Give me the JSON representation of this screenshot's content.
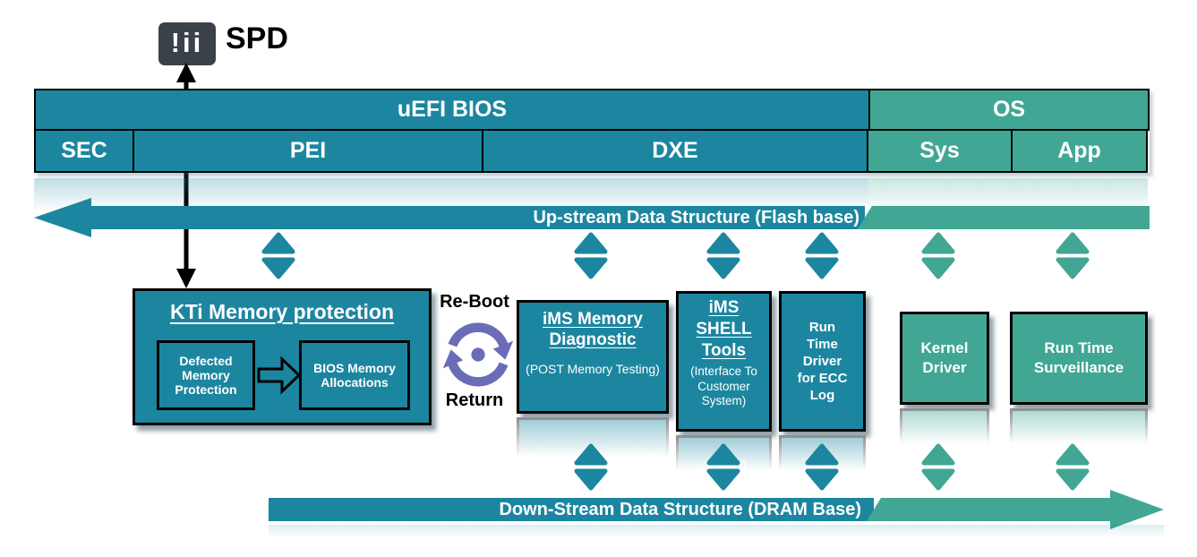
{
  "colors": {
    "teal": "#1c86a0",
    "green": "#41a794",
    "purple": "#6b6cb8",
    "chip_dark": "#3a4149",
    "outline": "#000000",
    "text_light": "#ffffff"
  },
  "spd": {
    "label": "SPD",
    "chip_glyph": "!ii"
  },
  "header": {
    "bios": {
      "label": "uEFI BIOS",
      "cells": [
        "SEC",
        "PEI",
        "DXE"
      ]
    },
    "os": {
      "label": "OS",
      "cells": [
        "Sys",
        "App"
      ]
    }
  },
  "streams": {
    "up": {
      "label": "Up-stream Data Structure (Flash base)"
    },
    "down": {
      "label": "Down-Stream Data Structure (DRAM Base)"
    }
  },
  "kti": {
    "title": "KTi Memory protection",
    "left_box": "Defected Memory Protection",
    "right_box": "BIOS Memory Allocations"
  },
  "reboot": {
    "top": "Re-Boot",
    "bottom": "Return"
  },
  "boxes": {
    "diag": {
      "title": "iMS Memory Diagnostic",
      "subtitle": "(POST Memory Testing)"
    },
    "shell": {
      "title": "iMS SHELL Tools",
      "subtitle": "(Interface To Customer System)"
    },
    "ecc": {
      "title": "Run Time Driver for ECC Log"
    },
    "kernel": {
      "title": "Kernel Driver"
    },
    "surveillance": {
      "title": "Run Time Surveillance"
    }
  }
}
